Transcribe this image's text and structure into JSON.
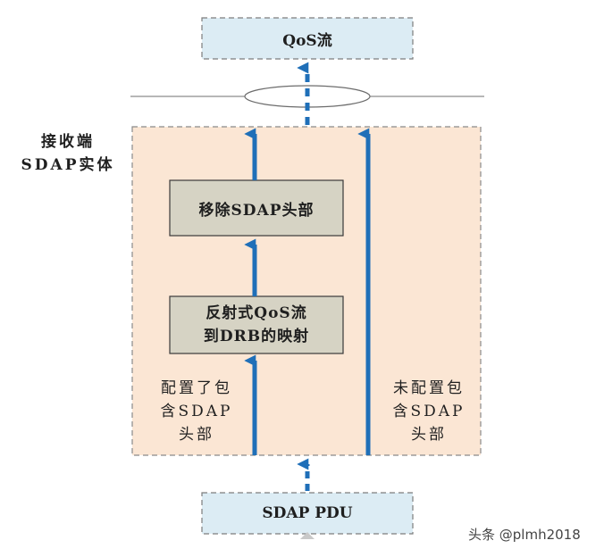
{
  "top_box": {
    "label": "QoS流"
  },
  "entity": {
    "line1": "接收端",
    "line2": "SDAP实体"
  },
  "remove_header": {
    "label": "移除SDAP头部"
  },
  "reflective_mapping": {
    "line1": "反射式QoS流",
    "line2": "到DRB的映射"
  },
  "configured_path": {
    "line1": "配置了包",
    "line2": "含SDAP",
    "line3": "头部"
  },
  "unconfigured_path": {
    "line1": "未配置包",
    "line2": "含SDAP",
    "line3": "头部"
  },
  "bottom_box": {
    "label": "SDAP PDU"
  },
  "watermark": {
    "text": "头条 @plmh2018"
  },
  "colors": {
    "arrow": "#1f6fb8",
    "entity_fill": "#fbe6d4",
    "function_box_fill": "#d6d3c4",
    "endpoint_box_fill": "#dcecf4",
    "dashed_border": "#777777"
  }
}
